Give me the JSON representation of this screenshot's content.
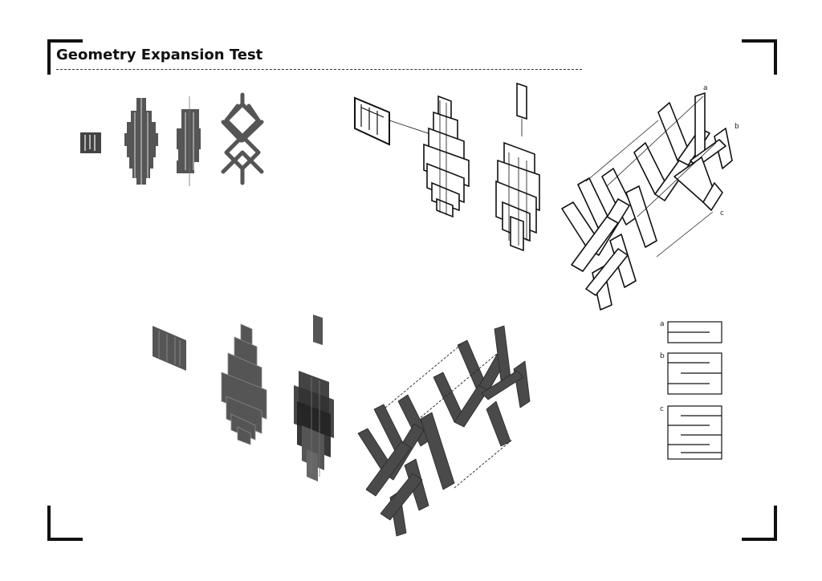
{
  "title": "Geometry Expansion Test",
  "labels": {
    "a": "a",
    "b": "b",
    "c": "c"
  },
  "colors": {
    "dark": "#333333",
    "black": "#111111",
    "paper": "#ffffff"
  }
}
